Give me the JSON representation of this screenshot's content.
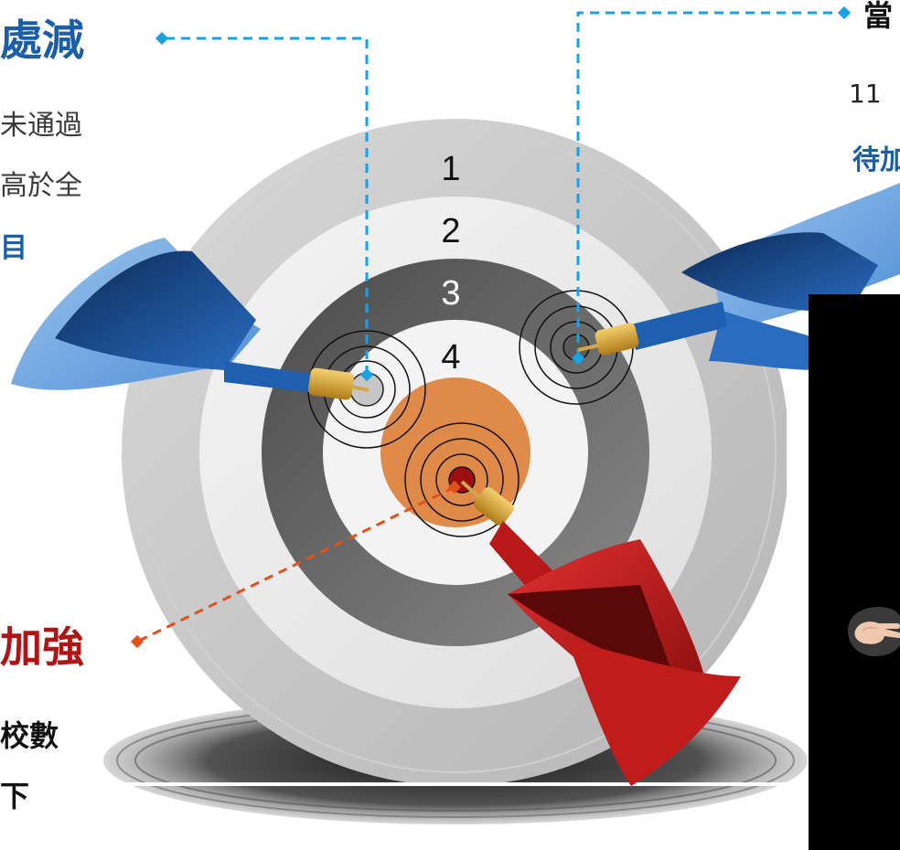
{
  "left_callout": {
    "heading": "處減",
    "line1": "未通過",
    "line2": "高於全",
    "line3": "目"
  },
  "right_callout": {
    "heading": "當",
    "line1": "11",
    "line2": "待加"
  },
  "bottom_callout": {
    "heading": "加強",
    "line1": "校數",
    "line2": "下"
  },
  "target": {
    "ring_labels": [
      "1",
      "2",
      "3",
      "4"
    ]
  },
  "colors": {
    "blue_accent": "#1a5ea8",
    "dashed_blue": "#1aa0e6",
    "red_accent": "#b01515",
    "dashed_orange": "#e2501c",
    "bullseye": "#e08a4a"
  },
  "icons": {
    "video_overlay": "black-panel",
    "hand": "hand-icon"
  }
}
